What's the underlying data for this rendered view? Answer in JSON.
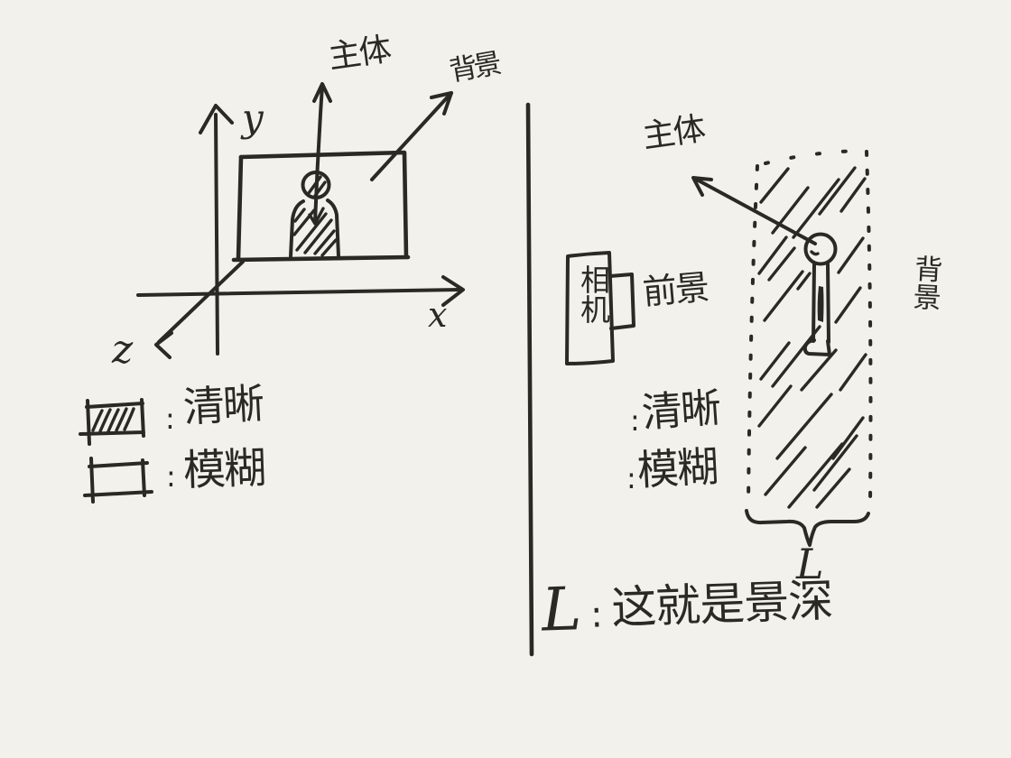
{
  "app": {
    "background_color": "#f2f1ec",
    "ink_color": "#2a2924",
    "description_type": "hand-drawn depth-of-field sketch, two panels split by a vertical line"
  },
  "left_diagram": {
    "x_axis_label": "x",
    "y_axis_label": "y",
    "z_axis_label": "z",
    "subject_label": "主体",
    "background_label": "背景",
    "legend": [
      {
        "swatch": "hatched",
        "colon": ":",
        "label": "清晰"
      },
      {
        "swatch": "empty",
        "colon": ":",
        "label": "模糊"
      }
    ]
  },
  "right_diagram": {
    "subject_label": "主体",
    "camera_label": "相机",
    "foreground_label": "前景",
    "background_label": "背景",
    "legend": [
      {
        "swatch": "hatched",
        "colon": ":",
        "label": "清晰"
      },
      {
        "swatch": "empty",
        "colon": ":",
        "label": "模糊"
      }
    ],
    "depth_brace_label": "L",
    "caption": {
      "prefix": "L",
      "colon": ":",
      "text": "这就是景深"
    }
  }
}
